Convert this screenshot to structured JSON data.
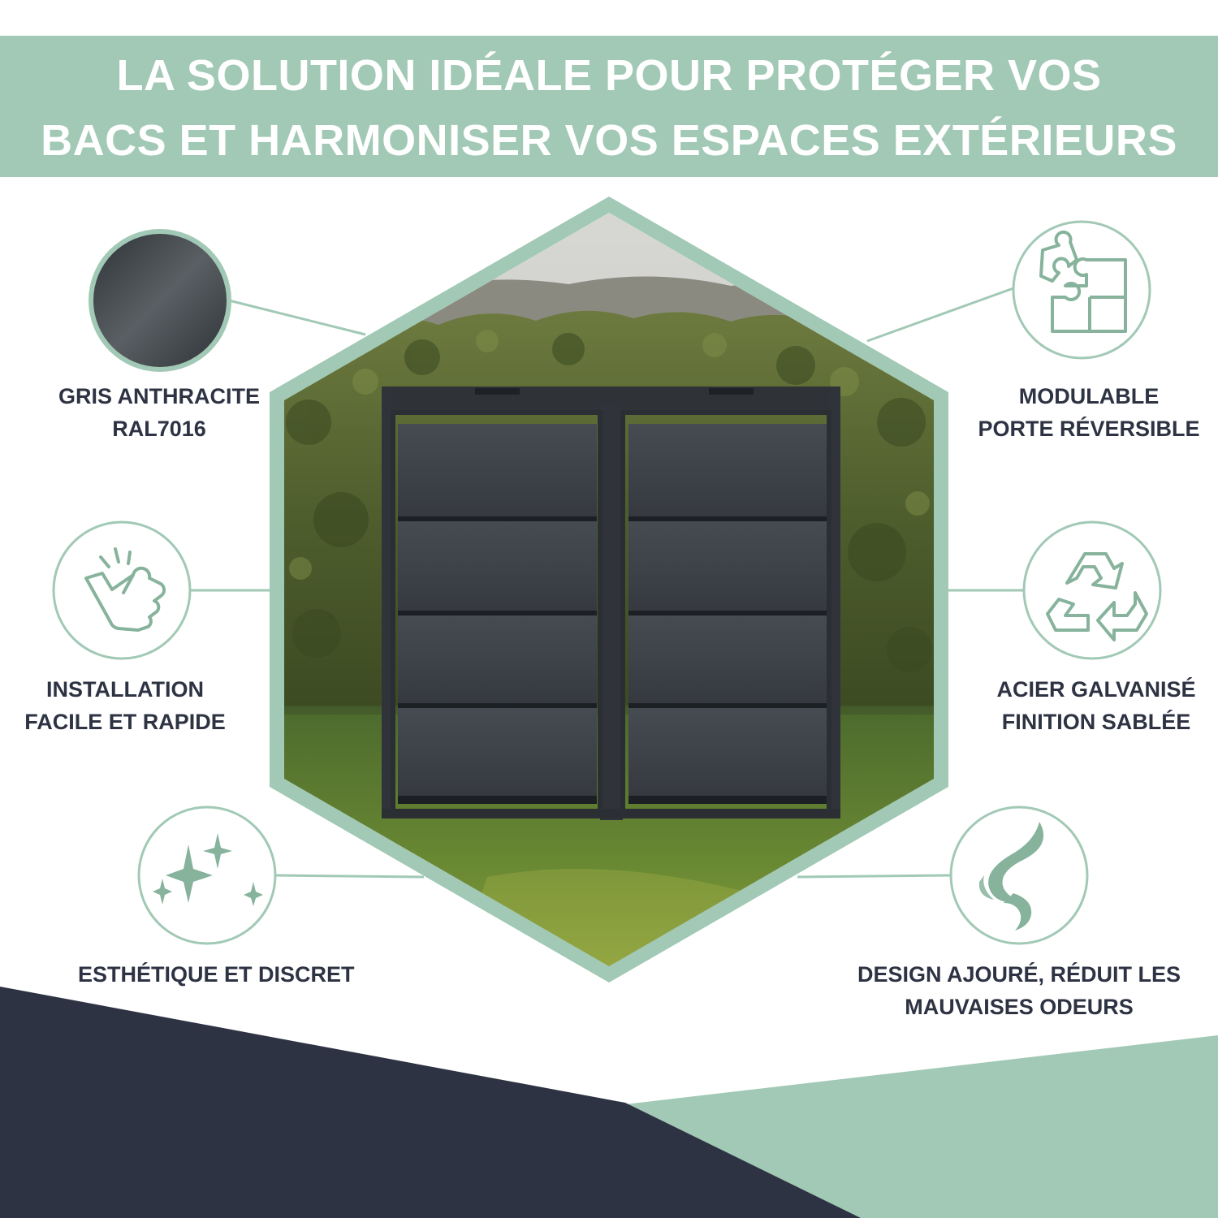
{
  "banner": {
    "line1": "LA SOLUTION IDÉALE POUR PROTÉGER VOS",
    "line2": "BACS ET HARMONISER VOS ESPACES EXTÉRIEURS"
  },
  "features": {
    "color": {
      "line1": "GRIS ANTHRACITE",
      "line2": "RAL7016",
      "icon": "color-swatch-icon"
    },
    "installation": {
      "line1": "INSTALLATION",
      "line2": "FACILE ET RAPIDE",
      "icon": "pointing-hand-icon"
    },
    "aesthetic": {
      "line1": "ESTHÉTIQUE ET DISCRET",
      "icon": "sparkles-icon"
    },
    "modular": {
      "line1": "MODULABLE",
      "line2": "PORTE RÉVERSIBLE",
      "icon": "puzzle-icon"
    },
    "steel": {
      "line1": "ACIER GALVANISÉ",
      "line2": "FINITION SABLÉE",
      "icon": "recycle-icon"
    },
    "design": {
      "line1": "DESIGN AJOURÉ, RÉDUIT LES",
      "line2": "MAUVAISES ODEURS",
      "icon": "odor-swirl-icon"
    }
  },
  "colors": {
    "accent": "#a1c9b5",
    "icon_stroke": "#87b39c",
    "dark": "#2e3343",
    "anthracite": "#3f4449",
    "white": "#ffffff"
  }
}
